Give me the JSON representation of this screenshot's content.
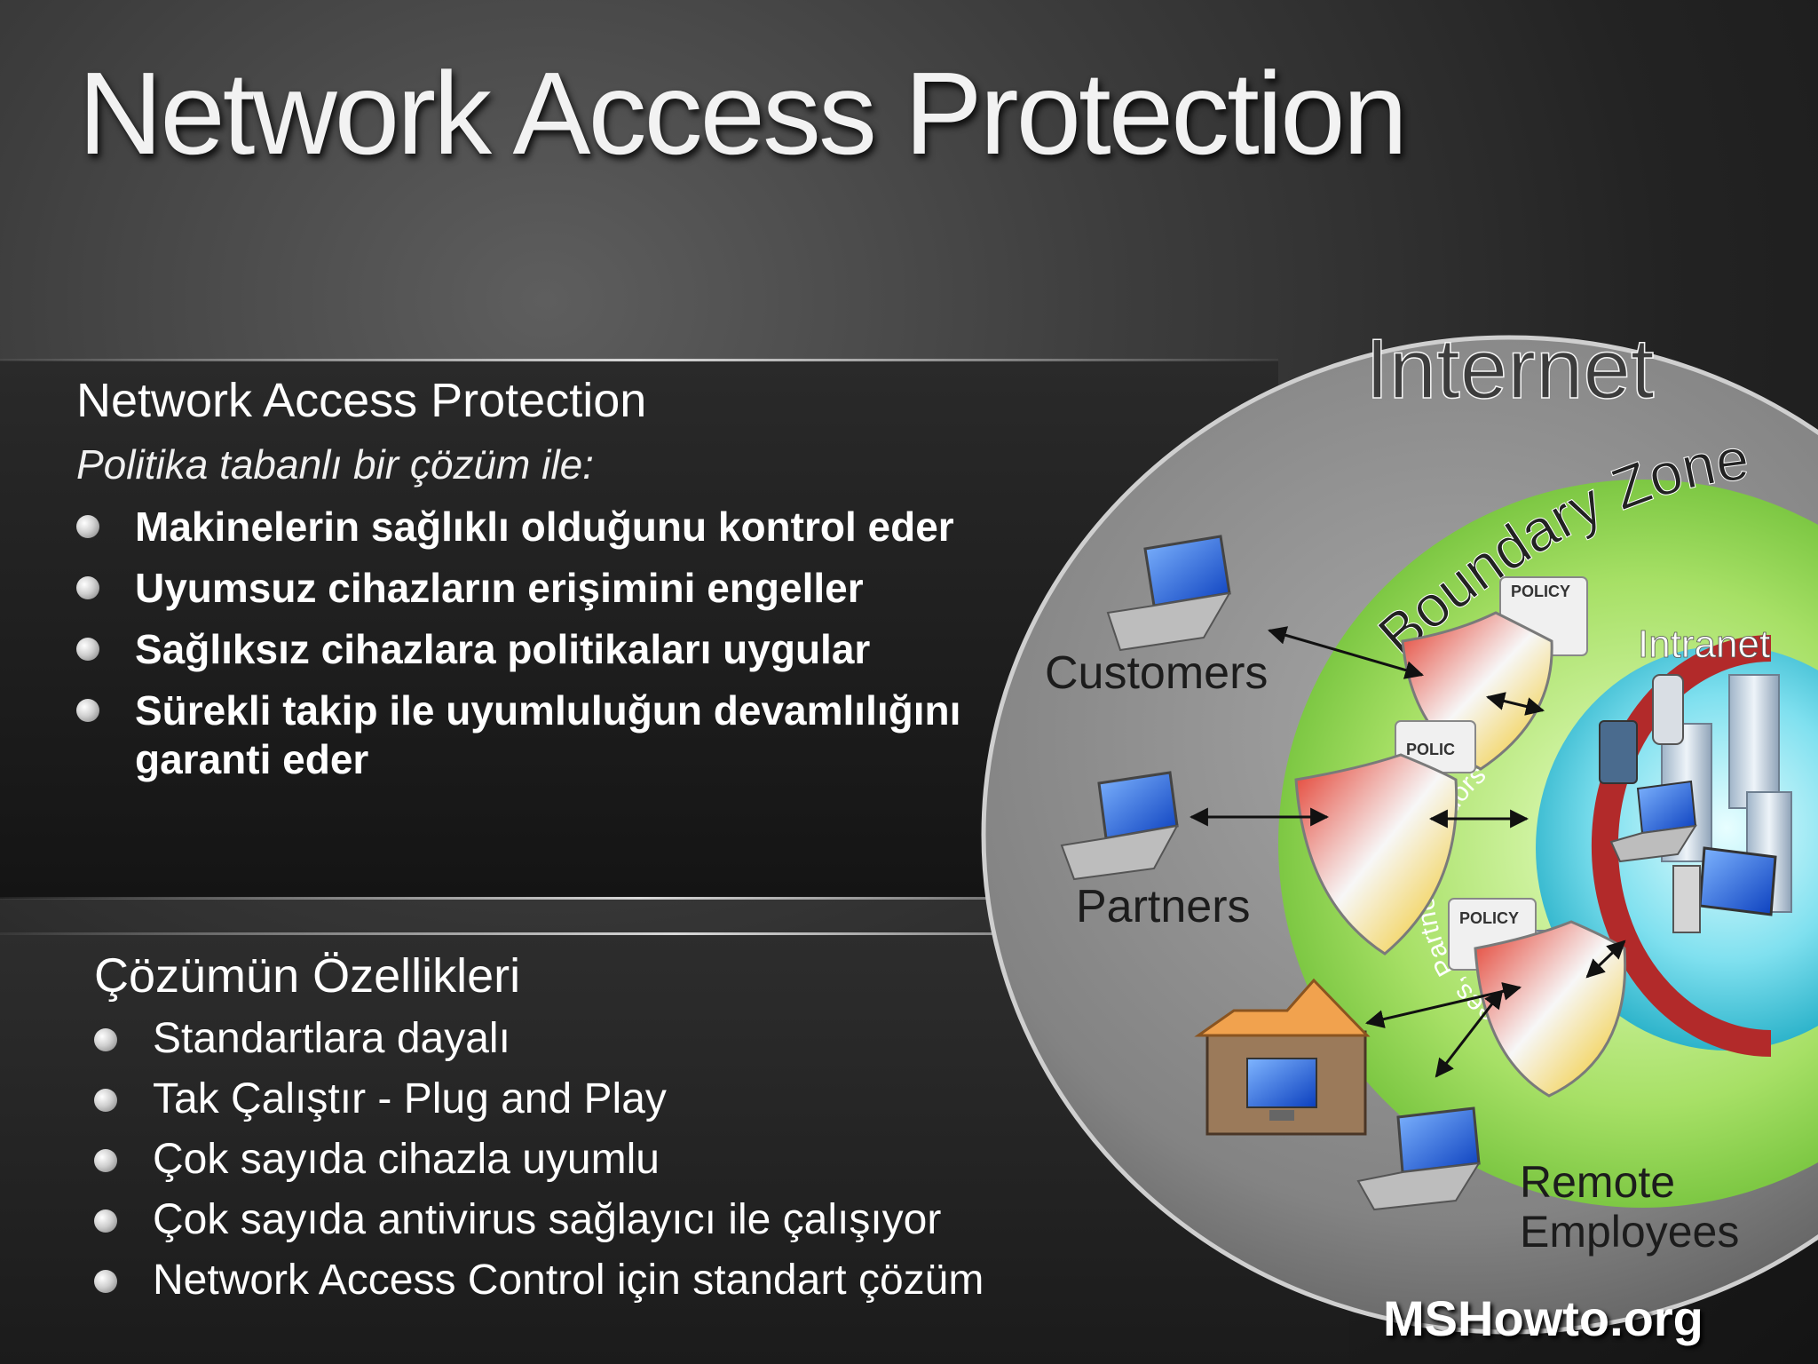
{
  "title": "Network Access Protection",
  "features_panel": {
    "heading": "Network Access Protection",
    "subtitle": "Politika tabanlı bir çözüm ile:",
    "bullets": [
      "Makinelerin sağlıklı olduğunu kontrol eder",
      "Uyumsuz cihazların erişimini engeller",
      "Sağlıksız cihazlara politikaları uygular",
      "Sürekli takip ile uyumluluğun devamlılığını garanti eder"
    ]
  },
  "solution_panel": {
    "heading": "Çözümün Özellikleri",
    "bullets": [
      "Standartlara dayalı",
      "Tak Çalıştır - Plug and Play",
      "Çok sayıda cihazla uyumlu",
      "Çok sayıda antivirus sağlayıcı ile çalışıyor",
      "Network Access Control için standart çözüm"
    ]
  },
  "diagram": {
    "zones": {
      "internet": "Internet",
      "boundary": "Boundary Zone",
      "intranet": "Intranet",
      "intranet_ring": "Employees, Partners, Vendors"
    },
    "clients": {
      "customers": "Customers",
      "partners": "Partners",
      "remote": [
        "Remote",
        "Employees"
      ]
    },
    "policy_label": "POLICY",
    "policy_label_partial": "POLIC"
  },
  "watermark": "MSHowto.org",
  "colors": {
    "outer_zone": "#8c8c8c",
    "boundary_zone": "#7fc638",
    "intranet_zone": "#19b2c9",
    "ring_band": "#b22a2a"
  }
}
